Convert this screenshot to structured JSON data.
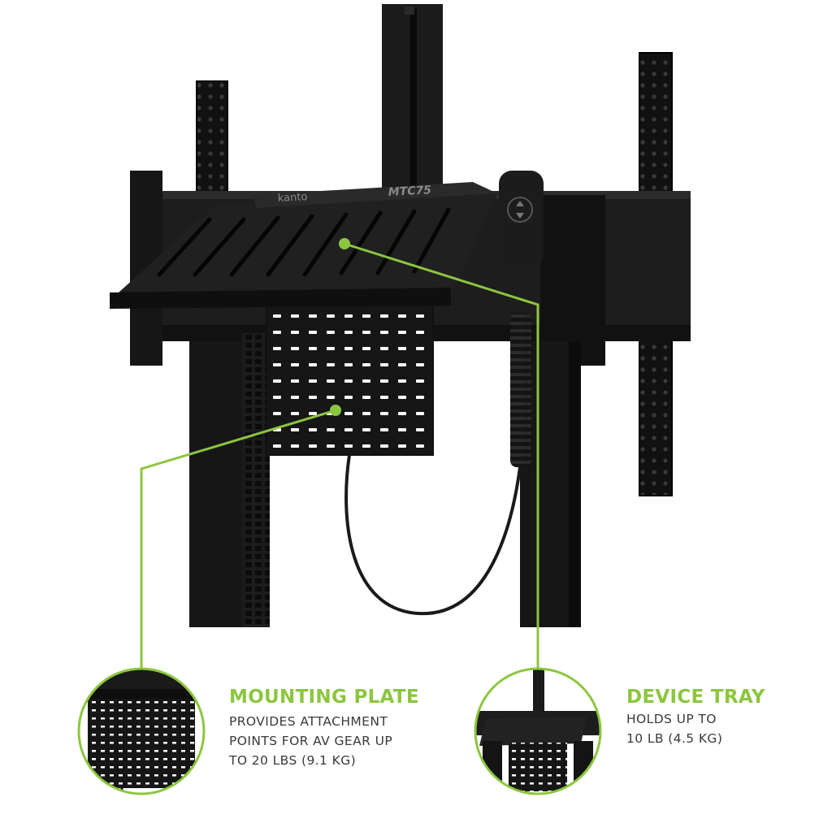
{
  "brand": {
    "logo_text": "kanto",
    "model": "MTC75"
  },
  "callouts": {
    "mounting_plate": {
      "title": "MOUNTING PLATE",
      "lines": [
        "PROVIDES ATTACHMENT",
        "POINTS FOR AV GEAR UP",
        "TO 20 LBS (9.1 KG)"
      ]
    },
    "device_tray": {
      "title": "DEVICE TRAY",
      "lines": [
        "HOLDS UP TO",
        "10 LB (4.5 KG)"
      ]
    }
  },
  "colors": {
    "accent_green": "#8cc63f",
    "product_black": "#1a1a1a",
    "text_gray": "#3a3a3a"
  }
}
